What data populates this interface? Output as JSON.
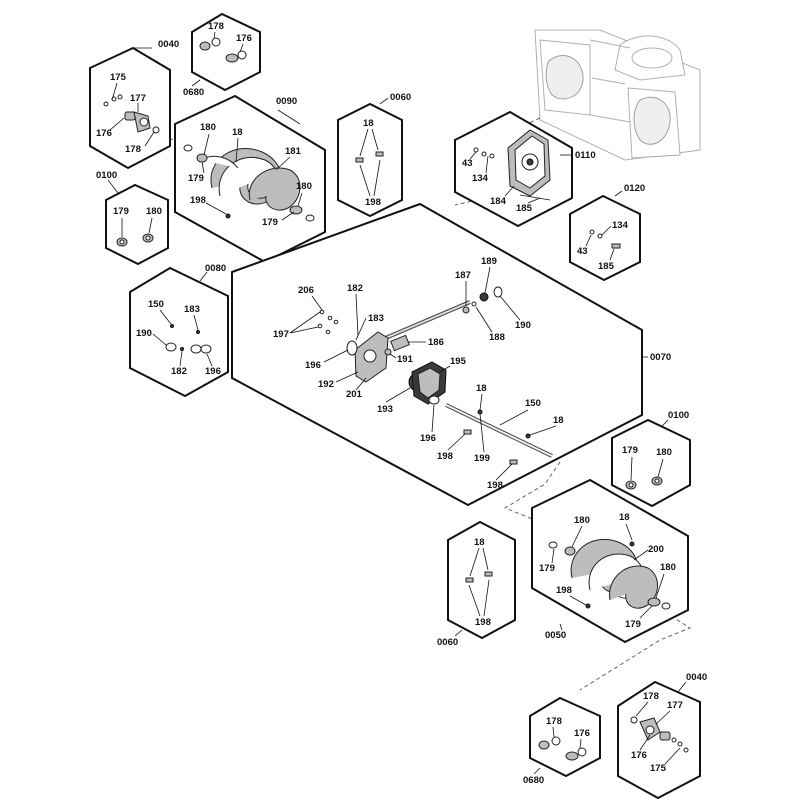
{
  "groups": {
    "g0040a": "0040",
    "g0680a": "0680",
    "g0090": "0090",
    "g0060a": "0060",
    "g0110": "0110",
    "g0120": "0120",
    "g0100a": "0100",
    "g0080": "0080",
    "g0070": "0070",
    "g0100b": "0100",
    "g0060b": "0060",
    "g0050": "0050",
    "g0040b": "0040",
    "g0680b": "0680"
  },
  "labels": {
    "p0040a": [
      "175",
      "177",
      "176",
      "178"
    ],
    "p0680a": [
      "178",
      "176"
    ],
    "p0090": [
      "180",
      "18",
      "181",
      "179",
      "180",
      "198",
      "179"
    ],
    "p0060a": [
      "18",
      "198"
    ],
    "p0110": [
      "43",
      "134",
      "184",
      "185"
    ],
    "p0120": [
      "134",
      "43",
      "185"
    ],
    "p0100a": [
      "179",
      "180"
    ],
    "p0080": [
      "150",
      "183",
      "190",
      "182",
      "196"
    ],
    "p0070": [
      "206",
      "182",
      "197",
      "183",
      "186",
      "196",
      "191",
      "192",
      "201",
      "195",
      "193",
      "187",
      "189",
      "188",
      "190",
      "18",
      "150",
      "18",
      "196",
      "198",
      "199",
      "198"
    ],
    "p0100b": [
      "179",
      "180"
    ],
    "p0060b": [
      "18",
      "198"
    ],
    "p0050": [
      "180",
      "18",
      "200",
      "179",
      "180",
      "198",
      "179"
    ],
    "p0040b": [
      "178",
      "177",
      "176",
      "175"
    ],
    "p0680b": [
      "178",
      "176"
    ]
  }
}
